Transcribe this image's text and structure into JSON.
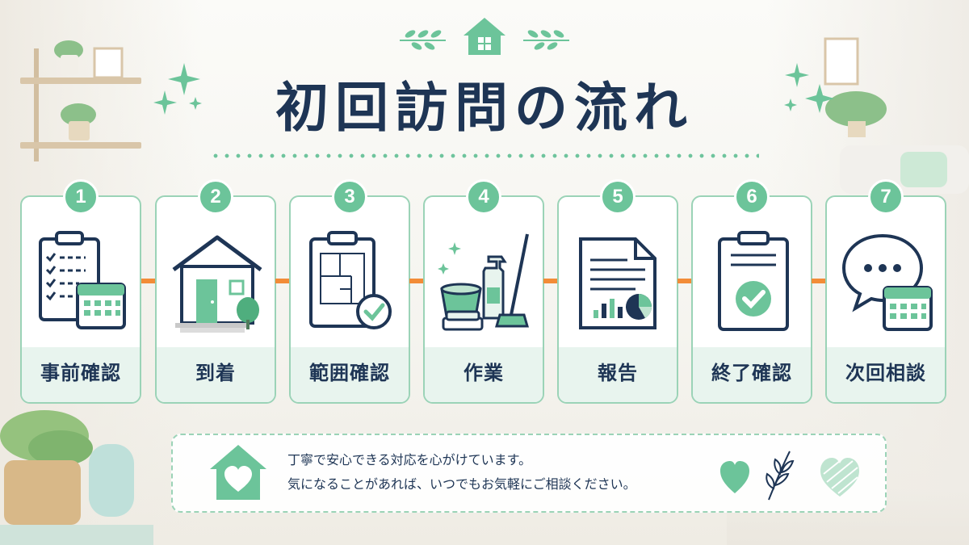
{
  "title": "初回訪問の流れ",
  "colors": {
    "accent_green": "#6cc49a",
    "light_green": "#e8f4ee",
    "border_green": "#9bd3b7",
    "navy": "#1e3555",
    "arrow_orange": "#f28c38"
  },
  "steps": [
    {
      "number": "1",
      "label": "事前確認",
      "icon": "clipboard-calendar-icon"
    },
    {
      "number": "2",
      "label": "到着",
      "icon": "house-icon"
    },
    {
      "number": "3",
      "label": "範囲確認",
      "icon": "floorplan-check-icon"
    },
    {
      "number": "4",
      "label": "作業",
      "icon": "cleaning-supplies-icon"
    },
    {
      "number": "5",
      "label": "報告",
      "icon": "report-chart-icon"
    },
    {
      "number": "6",
      "label": "終了確認",
      "icon": "clipboard-check-icon"
    },
    {
      "number": "7",
      "label": "次回相談",
      "icon": "chat-calendar-icon"
    }
  ],
  "message": {
    "line1": "丁寧で安心できる対応を心がけています。",
    "line2": "気になることがあれば、いつでもお気軽にご相談ください。"
  }
}
